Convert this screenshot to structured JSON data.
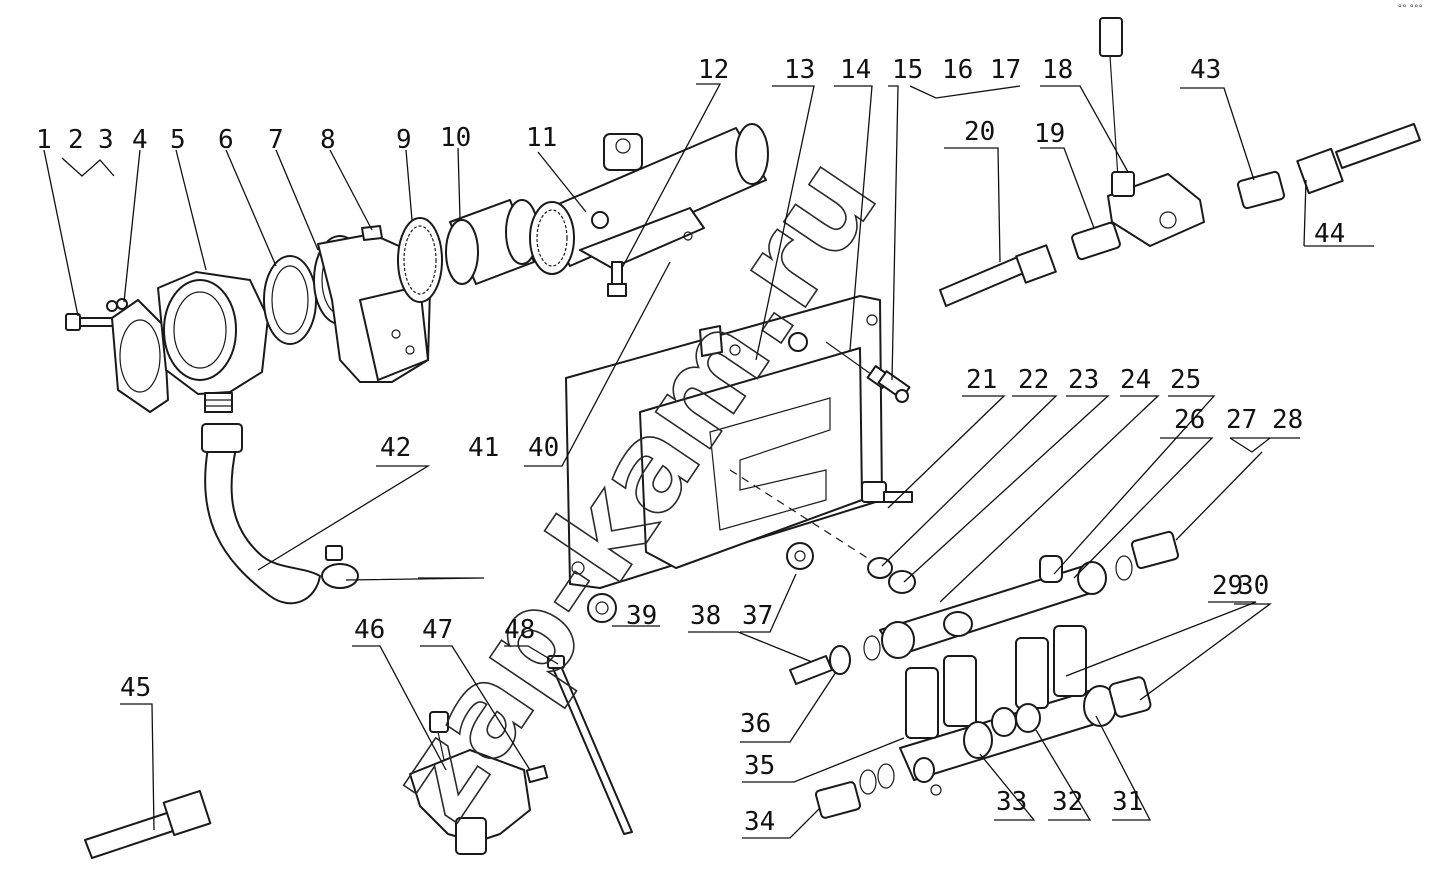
{
  "corner_mark": "°° °°°",
  "watermark": "zap-kam.ru",
  "part_labels": [
    "1",
    "2",
    "3",
    "4",
    "5",
    "6",
    "7",
    "8",
    "9",
    "10",
    "11",
    "12",
    "13",
    "14",
    "15",
    "16",
    "17",
    "18",
    "19",
    "20",
    "21",
    "22",
    "23",
    "24",
    "25",
    "26",
    "27",
    "28",
    "29",
    "30",
    "31",
    "32",
    "33",
    "34",
    "35",
    "36",
    "37",
    "38",
    "39",
    "40",
    "41",
    "42",
    "43",
    "44",
    "45",
    "46",
    "47",
    "48"
  ]
}
